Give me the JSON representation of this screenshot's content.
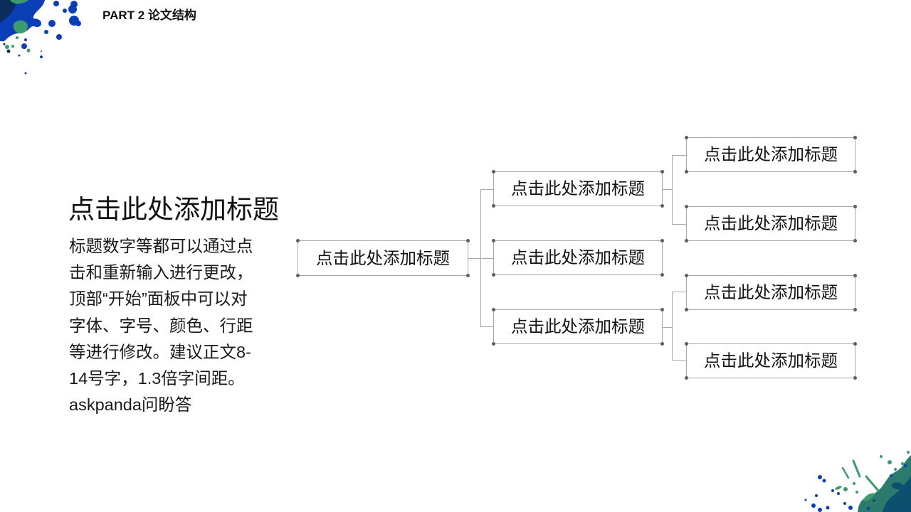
{
  "header": {
    "section_title": "PART 2 论文结构"
  },
  "content": {
    "main_title": "点击此处添加标题",
    "body_lines": [
      "标题数字等都可以通过点",
      "击和重新输入进行更改，",
      "顶部“开始”面板中可以对",
      "字体、字号、颜色、行距",
      "等进行修改。建议正文8-",
      "14号字，1.3倍字间距。",
      "askpanda问盼答"
    ]
  },
  "tree": {
    "root": {
      "label": "点击此处添加标题"
    },
    "level1": [
      {
        "label": "点击此处添加标题",
        "children": [
          {
            "label": "点击此处添加标题"
          },
          {
            "label": "点击此处添加标题"
          }
        ]
      },
      {
        "label": "点击此处添加标题",
        "children": []
      },
      {
        "label": "点击此处添加标题",
        "children": [
          {
            "label": "点击此处添加标题"
          },
          {
            "label": "点击此处添加标题"
          }
        ]
      }
    ]
  },
  "colors": {
    "splatter_blue": "#0b3fb8",
    "splatter_green": "#3d9a6c",
    "splatter_navy": "#0a2d5c",
    "splatter_teal": "#2a7a6e",
    "connector_line": "#aaaaaa",
    "corner_dot": "#5f5f5f"
  }
}
